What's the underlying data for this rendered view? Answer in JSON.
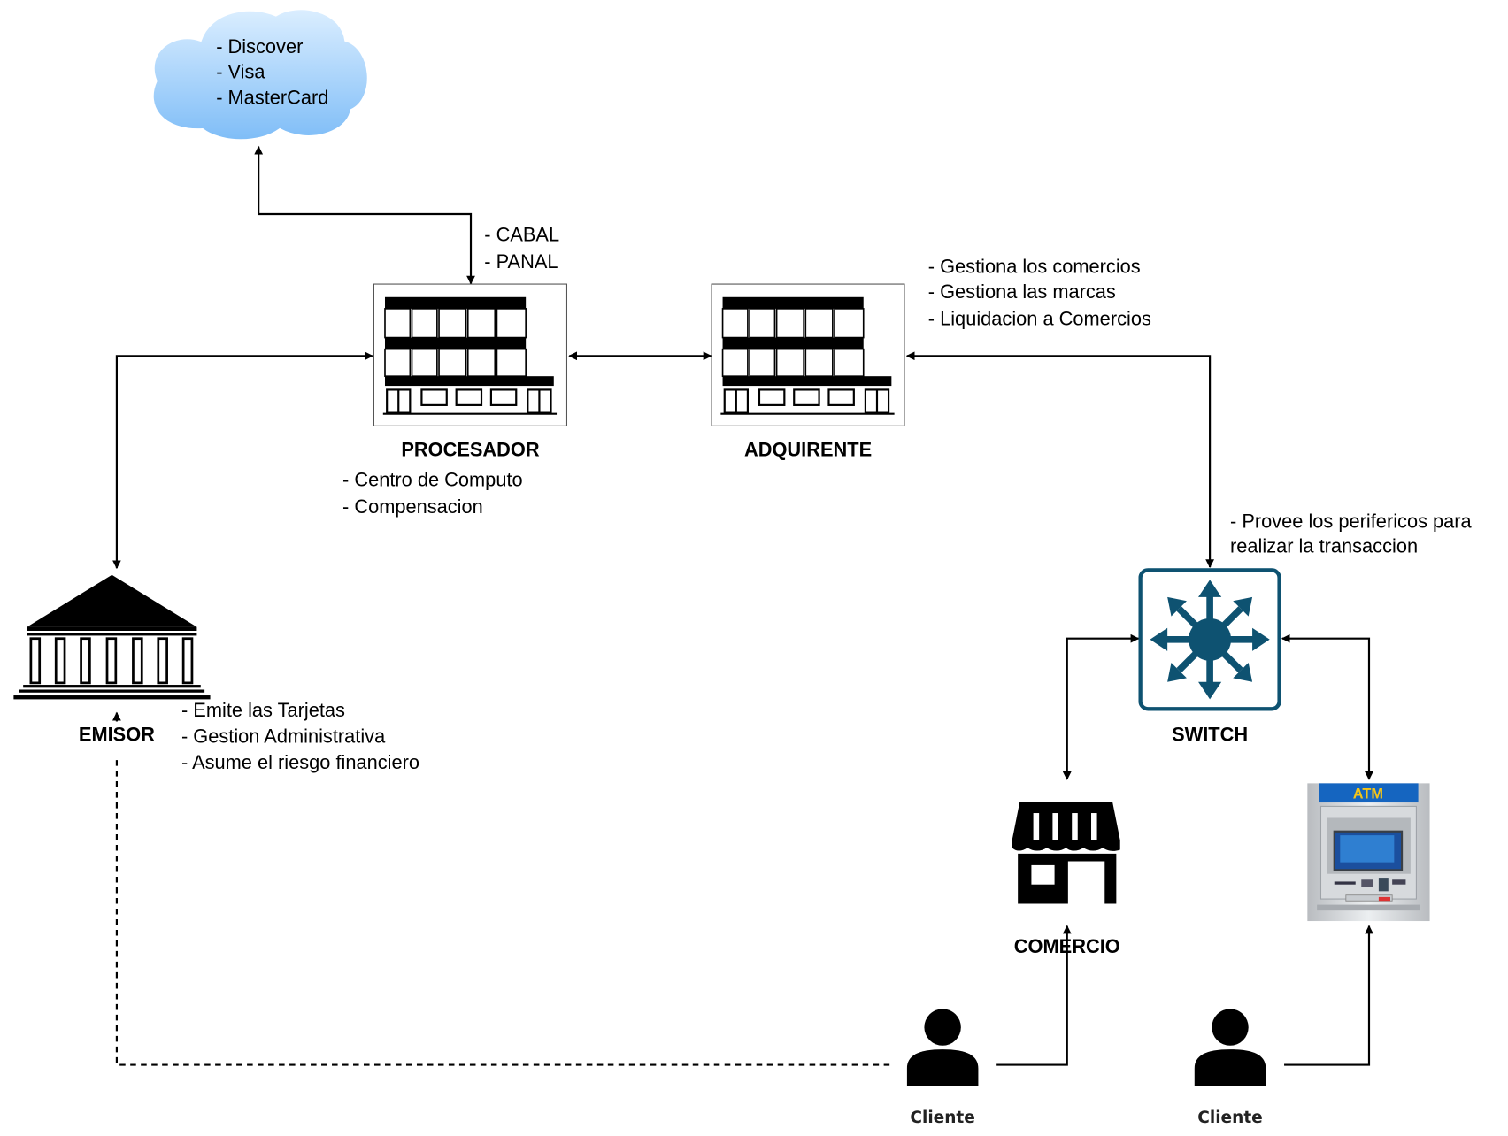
{
  "cloud": {
    "lines": [
      "- Discover",
      "- Visa",
      "- MasterCard"
    ]
  },
  "procesador": {
    "label": "PROCESADOR",
    "top_notes": [
      "- CABAL",
      "- PANAL"
    ],
    "notes": [
      "- Centro de Computo",
      "- Compensacion"
    ]
  },
  "adquirente": {
    "label": "ADQUIRENTE",
    "notes": [
      "- Gestiona los comercios",
      "- Gestiona las marcas",
      "- Liquidacion a Comercios"
    ]
  },
  "emisor": {
    "label": "EMISOR",
    "notes": [
      "- Emite las Tarjetas",
      "- Gestion Administrativa",
      "- Asume el riesgo financiero"
    ]
  },
  "switch": {
    "label": "SWITCH",
    "notes": [
      "- Provee los perifericos para",
      "realizar la transaccion"
    ]
  },
  "comercio": {
    "label": "COMERCIO",
    "icon": "store-icon"
  },
  "atm": {
    "sign": "ATM",
    "icon": "atm-icon"
  },
  "clientes": [
    {
      "label": "Cliente"
    },
    {
      "label": "Cliente"
    }
  ],
  "colors": {
    "cloud_top": "#dbeeff",
    "cloud_bottom": "#7fbdf7",
    "switch": "#0e5271",
    "atm_blue": "#1565c0"
  }
}
